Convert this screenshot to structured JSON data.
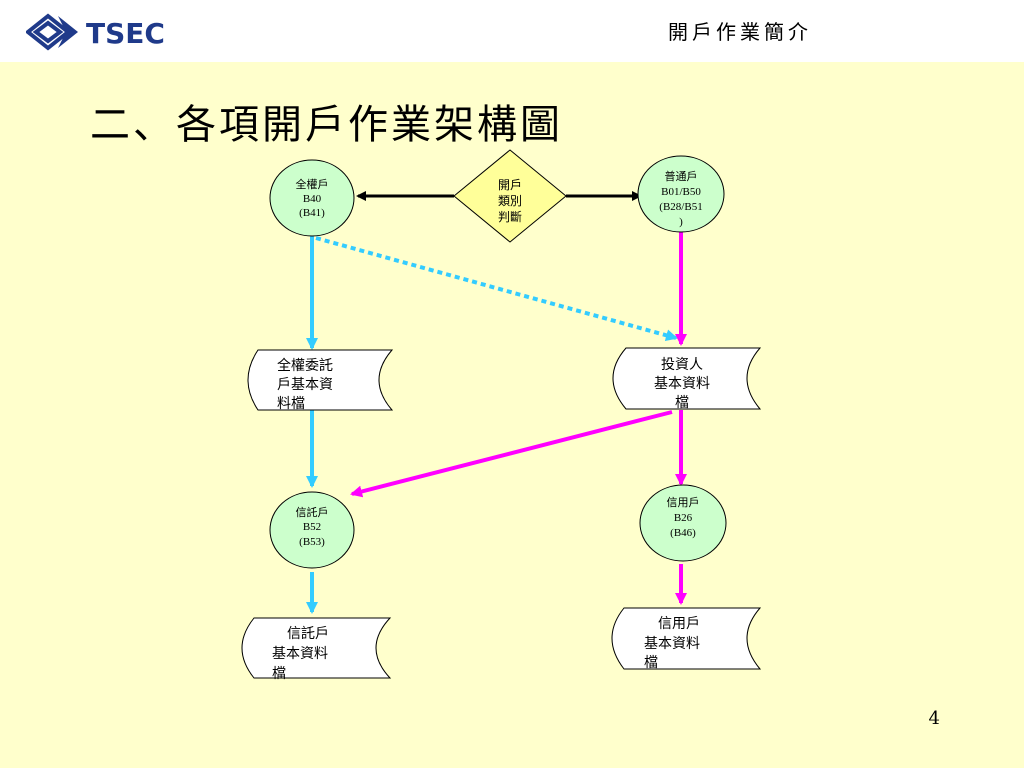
{
  "header": {
    "logo_text": "TSEC",
    "title": "開戶作業簡介"
  },
  "slide": {
    "title": "二、各項開戶作業架構圖",
    "page_number": "4"
  },
  "diagram": {
    "decision": {
      "lines": [
        "開戶",
        "類別",
        "判斷"
      ]
    },
    "nodes": {
      "discretionary_account": {
        "lines": [
          "全權戶",
          "B40",
          "(B41)"
        ]
      },
      "regular_account": {
        "lines": [
          "普通戶",
          "B01/B50",
          "(B28/B51",
          ")"
        ]
      },
      "trust_account": {
        "lines": [
          "信託戶",
          "B52",
          "(B53)"
        ]
      },
      "credit_account": {
        "lines": [
          "信用戶",
          "B26",
          "(B46)"
        ]
      }
    },
    "documents": {
      "discretionary_file": {
        "lines": [
          "全權委託",
          "戶基本資",
          "料檔"
        ]
      },
      "investor_file": {
        "lines": [
          "投資人",
          "基本資料",
          "檔"
        ]
      },
      "trust_file": {
        "lines": [
          "信託戶",
          "基本資料",
          "檔"
        ]
      },
      "credit_file": {
        "lines": [
          "信用戶",
          "基本資料",
          "檔"
        ]
      }
    }
  },
  "colors": {
    "background": "#ffffcc",
    "node_fill": "#ccffcc",
    "decision_fill": "#ffff99",
    "cyan_arrow": "#33ccff",
    "magenta_arrow": "#ff00ff",
    "logo_blue": "#1f3a8a"
  }
}
